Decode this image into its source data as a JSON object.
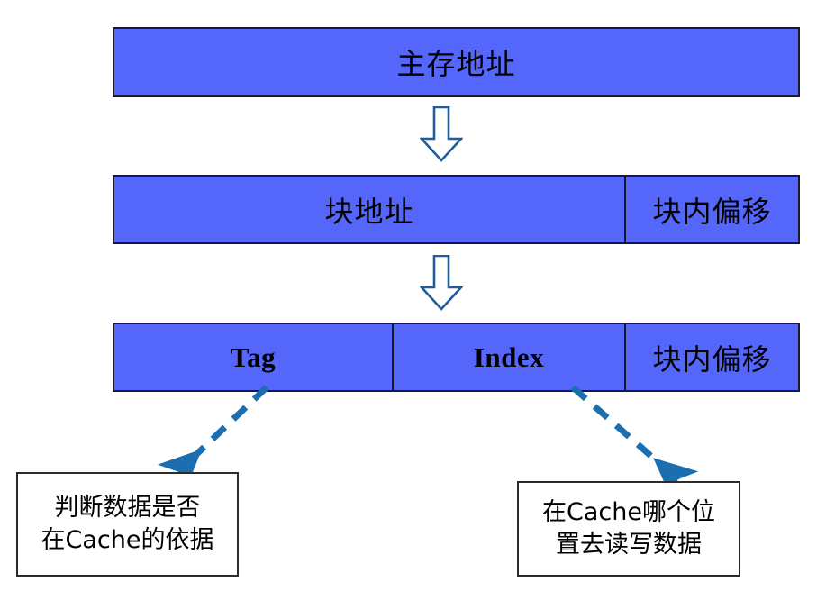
{
  "diagram": {
    "title": "Cache address partition diagram",
    "colors": {
      "bar_fill": "#5566FA",
      "bar_border": "#1A1A2E",
      "block_arrow_outline": "#1F5C99",
      "dashed_arrow": "#1B6FB0",
      "note_border": "#2B2B2B",
      "note_fill": "#FFFFFF"
    },
    "rows": [
      {
        "id": "main-address",
        "cells": [
          {
            "label": "主存地址",
            "script": "cjk"
          }
        ]
      },
      {
        "id": "block-split",
        "cells": [
          {
            "label": "块地址",
            "script": "cjk"
          },
          {
            "label": "块内偏移",
            "script": "cjk"
          }
        ]
      },
      {
        "id": "field-split",
        "cells": [
          {
            "label": "Tag",
            "script": "lat"
          },
          {
            "label": "Index",
            "script": "lat"
          },
          {
            "label": "块内偏移",
            "script": "cjk"
          }
        ]
      }
    ],
    "arrows": [
      {
        "id": "arrow-main-to-block",
        "kind": "block-arrow-down"
      },
      {
        "id": "arrow-block-to-field",
        "kind": "block-arrow-down"
      },
      {
        "id": "arrow-tag-to-note",
        "kind": "dashed-arrow",
        "from": "Tag",
        "to": "note-tag"
      },
      {
        "id": "arrow-index-to-note",
        "kind": "dashed-arrow",
        "from": "Index",
        "to": "note-index"
      }
    ],
    "notes": [
      {
        "id": "note-tag",
        "lines": [
          "判断数据是否",
          "在Cache的依据"
        ]
      },
      {
        "id": "note-index",
        "lines": [
          "在Cache哪个位",
          "置去读写数据"
        ]
      }
    ]
  }
}
